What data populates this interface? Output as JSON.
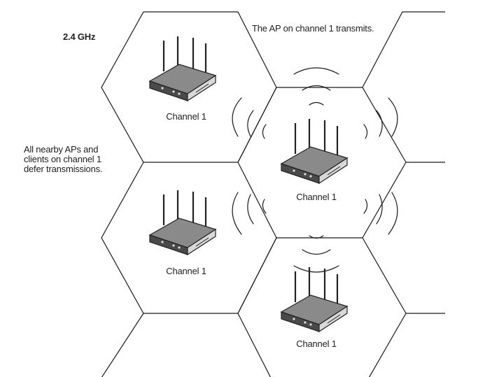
{
  "band_label": "2.4 GHz",
  "transmit_note": "The AP on channel 1 transmits.",
  "defer_note": "All nearby APs and clients on channel 1 defer transmissions.",
  "access_points": [
    {
      "channel_label": "Channel 1",
      "transmitting": false
    },
    {
      "channel_label": "Channel 1",
      "transmitting": true
    },
    {
      "channel_label": "Channel 1",
      "transmitting": false
    },
    {
      "channel_label": "Channel 1",
      "transmitting": false
    }
  ],
  "icons": [
    "access-point-icon",
    "radio-wave-icon"
  ]
}
